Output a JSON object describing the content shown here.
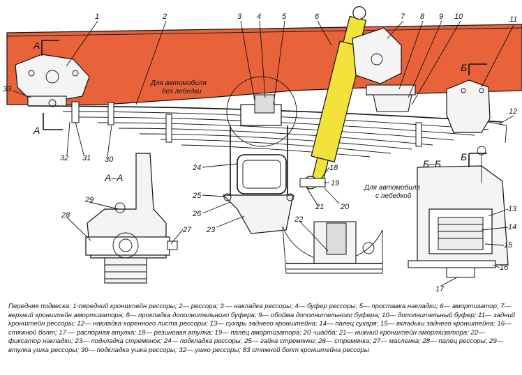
{
  "labels": [
    {
      "id": "1",
      "text": "1"
    },
    {
      "id": "2",
      "text": "2"
    },
    {
      "id": "3",
      "text": "3"
    },
    {
      "id": "4",
      "text": "4"
    },
    {
      "id": "5",
      "text": "5"
    },
    {
      "id": "6",
      "text": "6"
    },
    {
      "id": "7",
      "text": "7"
    },
    {
      "id": "8",
      "text": "8"
    },
    {
      "id": "9",
      "text": "9"
    },
    {
      "id": "10",
      "text": "10"
    },
    {
      "id": "11",
      "text": "11"
    },
    {
      "id": "12",
      "text": "12"
    },
    {
      "id": "13",
      "text": "13"
    },
    {
      "id": "14",
      "text": "14"
    },
    {
      "id": "15",
      "text": "15"
    },
    {
      "id": "16",
      "text": "16"
    },
    {
      "id": "17",
      "text": "17"
    },
    {
      "id": "18",
      "text": "18"
    },
    {
      "id": "19",
      "text": "19"
    },
    {
      "id": "20",
      "text": "20"
    },
    {
      "id": "21",
      "text": "21"
    },
    {
      "id": "22",
      "text": "22"
    },
    {
      "id": "23",
      "text": "23"
    },
    {
      "id": "24",
      "text": "24"
    },
    {
      "id": "25",
      "text": "25"
    },
    {
      "id": "26",
      "text": "26"
    },
    {
      "id": "27",
      "text": "27"
    },
    {
      "id": "28",
      "text": "28"
    },
    {
      "id": "29",
      "text": "29"
    },
    {
      "id": "30",
      "text": "30"
    },
    {
      "id": "31",
      "text": "31"
    },
    {
      "id": "32",
      "text": "32"
    },
    {
      "id": "33",
      "text": "33"
    }
  ],
  "section_marks": {
    "a_top": "А",
    "a_bottom": "А",
    "b_top": "Б",
    "b_bottom": "Б",
    "view_aa": "А–А",
    "view_bb": "Б–Б"
  },
  "notes": {
    "no_winch_line1": "Для автомобиля",
    "no_winch_line2": "без лебедки",
    "winch_line1": "Для автомобиля",
    "winch_line2": "с лебедкой"
  },
  "caption": "Передняя подвеска: 1-передний кронштейн рессоры; 2— рессора; 3 — накладка рессоры; 4— буфер рессоры; 5— проставка накладки; 6— амортизатор; 7— верхний кронштейн амортизатора; 8— прокладка дополнительного буфера; 9— обойма дополнительного буфера; 10— дополнительный буфер; 11— задний кронштейн рессоры; 12— накладка коренного листа рессоры; 13— сухарь заднего кронштейна; 14— палец сухаря; 15— вкладыш заднего кронштейна; 16— стяжной болт; 17 — распорная втулка; 18— резиновая втулка; 19— палец амортизатора; 20 -шайба; 21— нижний кронштейн амортизатора; 22— фиксатор накладки; 23— подкладка стремянок; 24— подкладка рессоры; 25— гайка стремянки; 26— стремянка; 27— масленка; 28— палец рессоры; 29— втулка ушка рессоры; 30— подкладка ушка рессоры; 32— ушко рессоры; 83 стяжной болт кронштейна рессоры",
  "colors": {
    "frame": "#e8623a",
    "damper": "#f2e23a",
    "ink": "#111111",
    "metal": "#f4f4f4"
  }
}
